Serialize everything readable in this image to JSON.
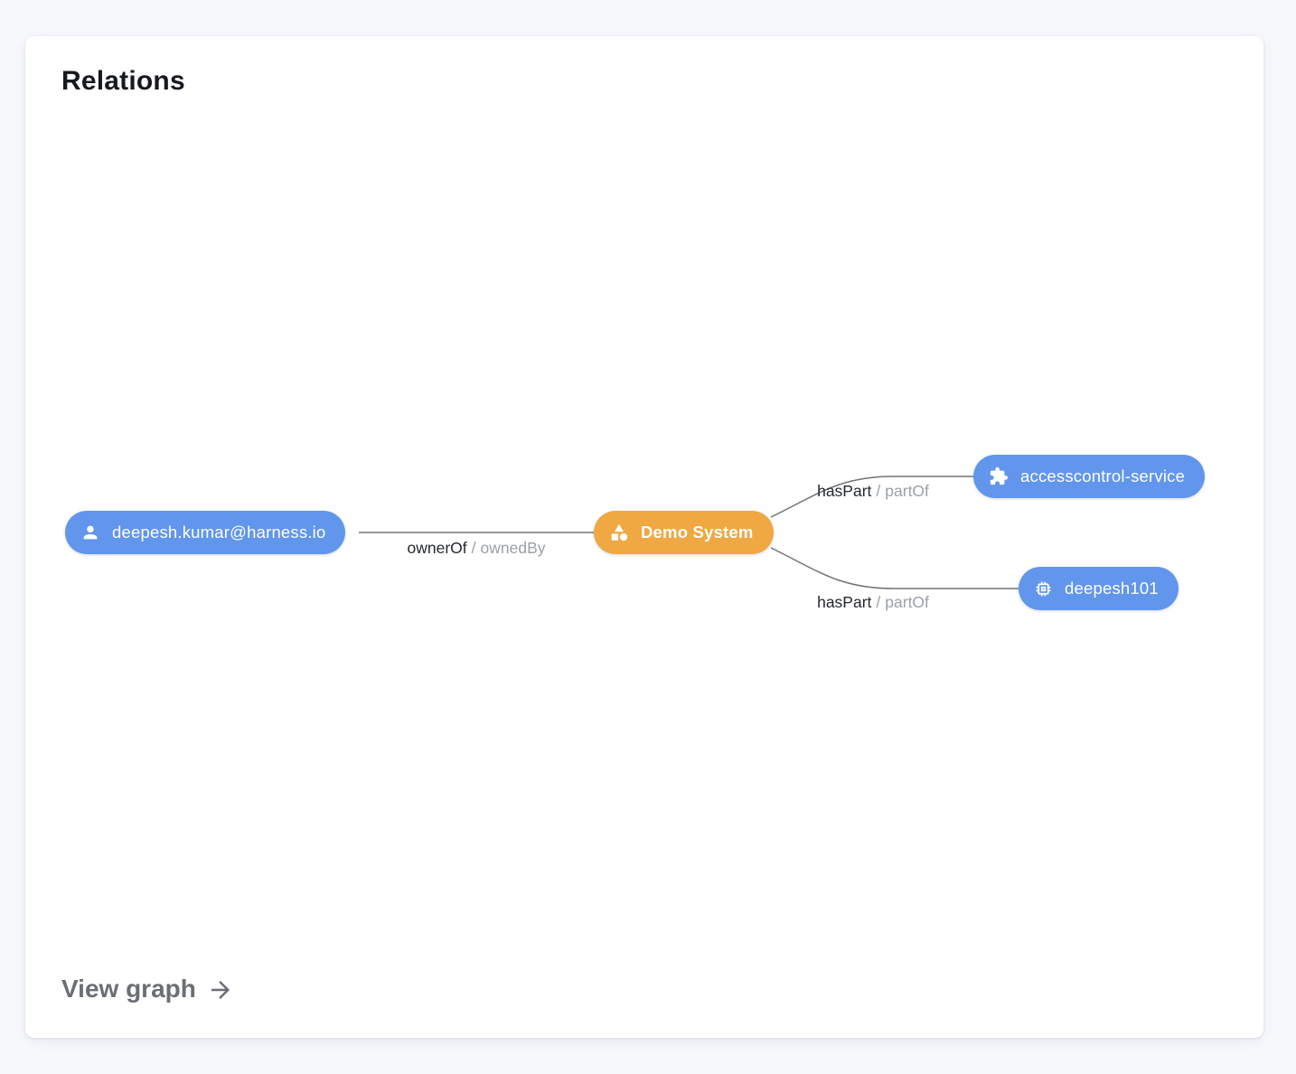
{
  "card": {
    "title": "Relations",
    "footer": {
      "link_label": "View graph",
      "arrow_icon": "arrow-right-icon"
    }
  },
  "colors": {
    "node_blue": "#6196ec",
    "node_orange": "#f0a843",
    "edge_line": "#6f7378",
    "edge_label_primary": "#24282d",
    "edge_label_secondary": "#9aa0a6",
    "card_background": "#ffffff",
    "page_background": "#f6f8fc"
  },
  "graph": {
    "nodes": [
      {
        "id": "user",
        "label": "deepesh.kumar@harness.io",
        "icon": "person-icon",
        "color": "blue"
      },
      {
        "id": "system",
        "label": "Demo System",
        "icon": "category-icon",
        "color": "orange"
      },
      {
        "id": "service",
        "label": "accesscontrol-service",
        "icon": "puzzle-icon",
        "color": "blue"
      },
      {
        "id": "component",
        "label": "deepesh101",
        "icon": "chip-icon",
        "color": "blue"
      }
    ],
    "edges": [
      {
        "from": "user",
        "to": "system",
        "label_primary": "ownerOf",
        "label_separator": "/",
        "label_secondary": "ownedBy"
      },
      {
        "from": "system",
        "to": "service",
        "label_primary": "hasPart",
        "label_separator": "/",
        "label_secondary": "partOf"
      },
      {
        "from": "system",
        "to": "component",
        "label_primary": "hasPart",
        "label_separator": "/",
        "label_secondary": "partOf"
      }
    ]
  }
}
